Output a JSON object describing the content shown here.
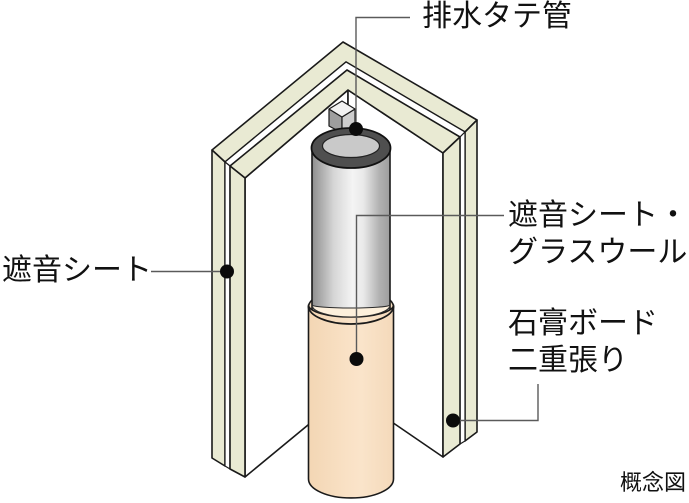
{
  "figure": {
    "caption": "概念図",
    "labels": {
      "drain_pipe": "排水タテ管",
      "sound_sheet": "遮音シート",
      "sheet_glasswool_line1": "遮音シート・",
      "sheet_glasswool_line2": "グラスウール",
      "gypsum_line1": "石膏ボード",
      "gypsum_line2": "二重張り"
    },
    "colors": {
      "board_cream": "#e9ead3",
      "gap_white": "#ffffff",
      "wall_face_white": "#ffffff",
      "wrap_beige": "#f8dfc0",
      "wrap_highlight": "#fdf0dc",
      "pipe_ring_dark": "#4f4f4f",
      "pipe_opening_gray": "#c9c9c9",
      "box_left_gray": "#9e9e9e",
      "box_right_gray": "#cdcdcd",
      "box_top_gray": "#f1f1f1",
      "outline": "#1a1a1a",
      "leader": "#5a5a5a"
    }
  }
}
